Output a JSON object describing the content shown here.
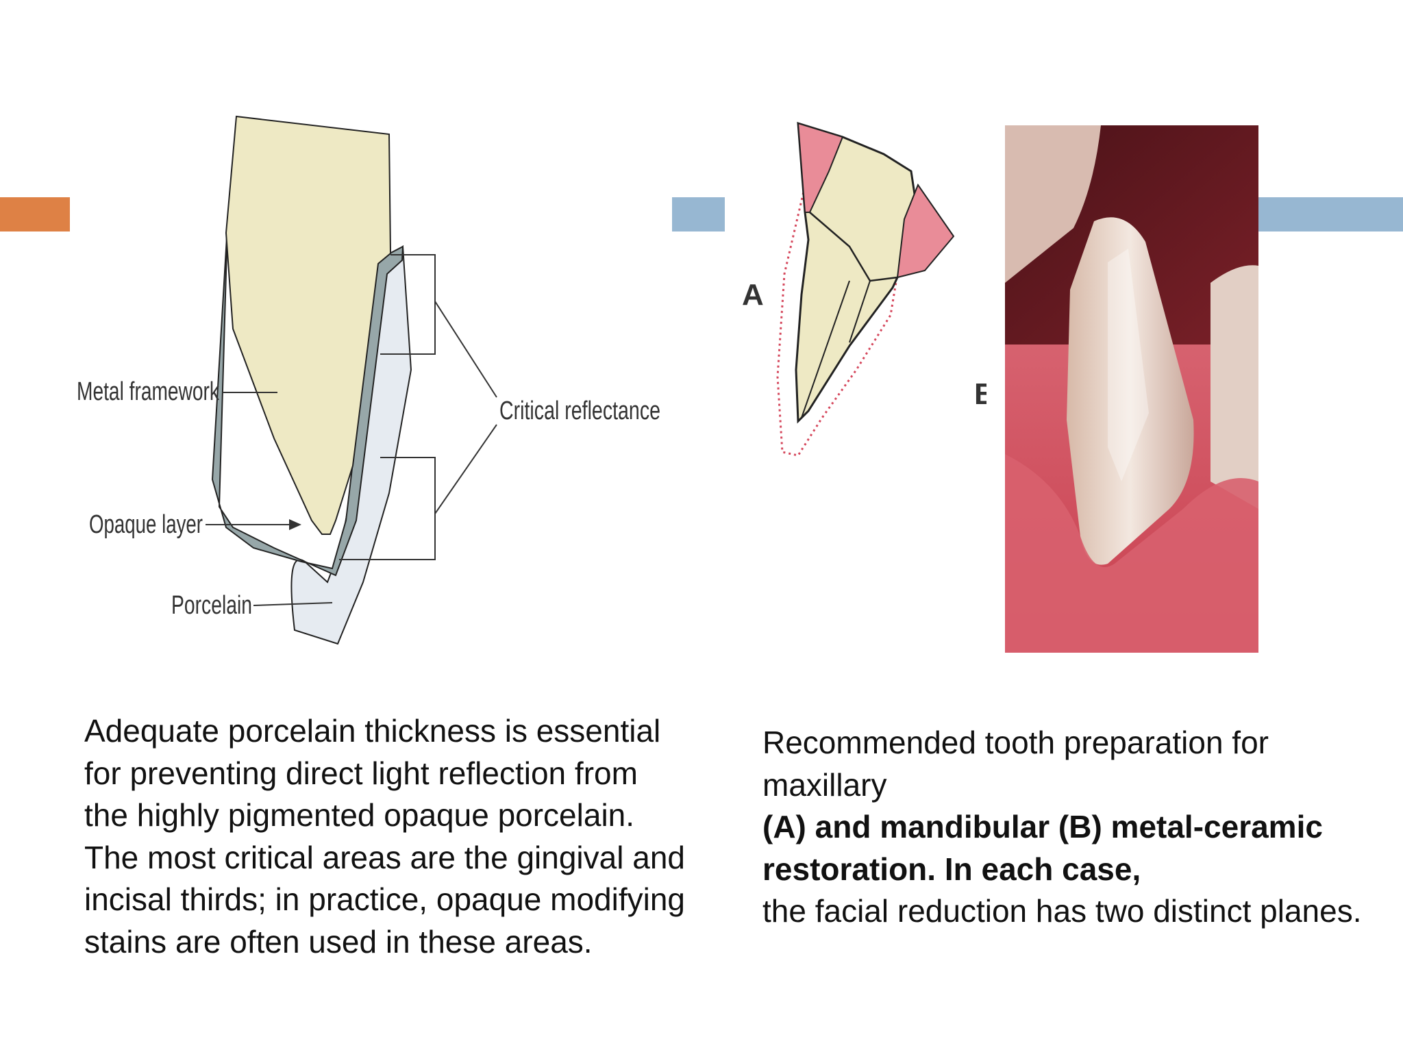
{
  "colors": {
    "accent_orange": "#DE8145",
    "accent_blue": "#97B7D2",
    "tooth_fill": "#EEE9C4",
    "metal_fill": "#97A7A9",
    "porcelain_fill": "#E6EBF1",
    "enamel_pink": "#E98C98",
    "gingiva_red": "#D65564"
  },
  "left_figure": {
    "label_metal": "Metal framework",
    "label_opaque": "Opaque layer",
    "label_porcelain": "Porcelain",
    "label_critical": "Critical reflectance"
  },
  "right_figure": {
    "label_a": "A",
    "label_b": "B"
  },
  "caption_left": {
    "line1": "Adequate porcelain thickness is essential for preventing direct light reflection from the highly pigmented opaque porcelain.",
    "line2": "The most critical areas are the gingival and incisal thirds; in practice, opaque modifying stains are often used in these areas."
  },
  "caption_right": {
    "line1": "Recommended tooth preparation for maxillary",
    "line2_bold": "(A) and mandibular (B) metal-ceramic restoration. In each case,",
    "line3": "the facial reduction has two distinct planes."
  }
}
